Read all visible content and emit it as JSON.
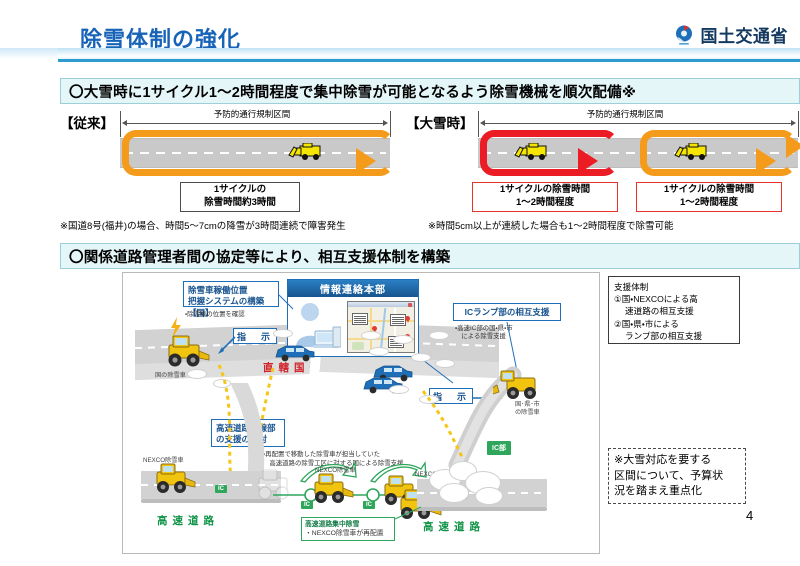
{
  "header": {
    "title": "除雪体制の強化",
    "ministry": "国土交通省",
    "logo_icon": "mlit-swirl-logo-icon"
  },
  "section1": {
    "banner": "〇大雪時に1サイクル1～2時間程度で集中除雪が可能となるよう除雪機械を順次配備※",
    "left": {
      "group_label": "【従来】",
      "segment_caption": "予防的通行規制区間",
      "callout_line1": "1サイクルの",
      "callout_line2": "除雪時間約3時間",
      "footnote": "※国道8号(福井)の場合、時間5～7cmの降雪が3時間連続で障害発生",
      "loop_color": "#f59b1c"
    },
    "right": {
      "group_label": "【大雪時】",
      "segment_caption": "予防的通行規制区間",
      "callout_a_line1": "1サイクルの除雪時間",
      "callout_a_line2": "1～2時間程度",
      "callout_b_line1": "1サイクルの除雪時間",
      "callout_b_line2": "1～2時間程度",
      "footnote": "※時間5cm以上が連続した場合も1～2時間程度で除雪可能",
      "loop_color_a": "#ec1c24",
      "loop_color_b": "#f59b1c"
    }
  },
  "section2": {
    "banner": "〇関係道路管理者間の協定等により、相互支援体制を構築",
    "illustration": {
      "system_box": "除雪車稼働位置\n把握システムの構築【国】",
      "system_box_line1": "除雪車稼働位置",
      "system_box_line2": "把握システムの構築【国】",
      "system_sub": "・除雪車の位置を確認",
      "instruction_left": "指　示",
      "instruction_right": "指　示",
      "hq_title": "情報連絡本部",
      "ic_support_box": "ICランプ部の相互支援",
      "ic_support_sub_line1": "・高速IC部の国・県・市",
      "ic_support_sub_line2": "　による除雪支援",
      "mainline_box_line1": "高速道路本線部",
      "mainline_box_line2": "の支援の検討",
      "mainline_sub_line1": "・再配置で移動した除雪車が担当していた",
      "mainline_sub_line2": "　高速道路の除雪工区に対する国による除雪支援",
      "national_road_label": "直轄国道",
      "expressway_label_left": "高速道路",
      "expressway_label_right": "高速道路",
      "plow_national": "国の除雪車",
      "plow_pref_city_line1": "国･県･市",
      "plow_pref_city_line2": "の除雪車",
      "plow_nexco_1": "NEXCO除雪車",
      "plow_nexco_2": "NEXCO除雪車",
      "plow_nexco_3": "NEXCO除雪車",
      "ic_part_label": "IC部",
      "ic_chip": "IC",
      "concentrated_box_line1": "高速道路集中除雪",
      "concentrated_box_line2": "・NEXCO除雪車が再配置"
    },
    "support_box": {
      "title": "支援体制",
      "item1_line1": "①国・NEXCOによる高",
      "item1_line2": "速道路の相互支援",
      "item2_line1": "②国・県・市による",
      "item2_line2": "ランプ部の相互支援"
    }
  },
  "focus_note": {
    "line1": "※大雪対応を要する",
    "line2": "区間について、予算状",
    "line3": "況を踏まえ重点化"
  },
  "page_number": "4",
  "colors": {
    "title_blue": "#1763b8",
    "banner_bg": "#e4f6f8",
    "orange": "#f59b1c",
    "red": "#ec1c24",
    "green": "#0f9447",
    "road_gray": "#c9c9c9"
  }
}
